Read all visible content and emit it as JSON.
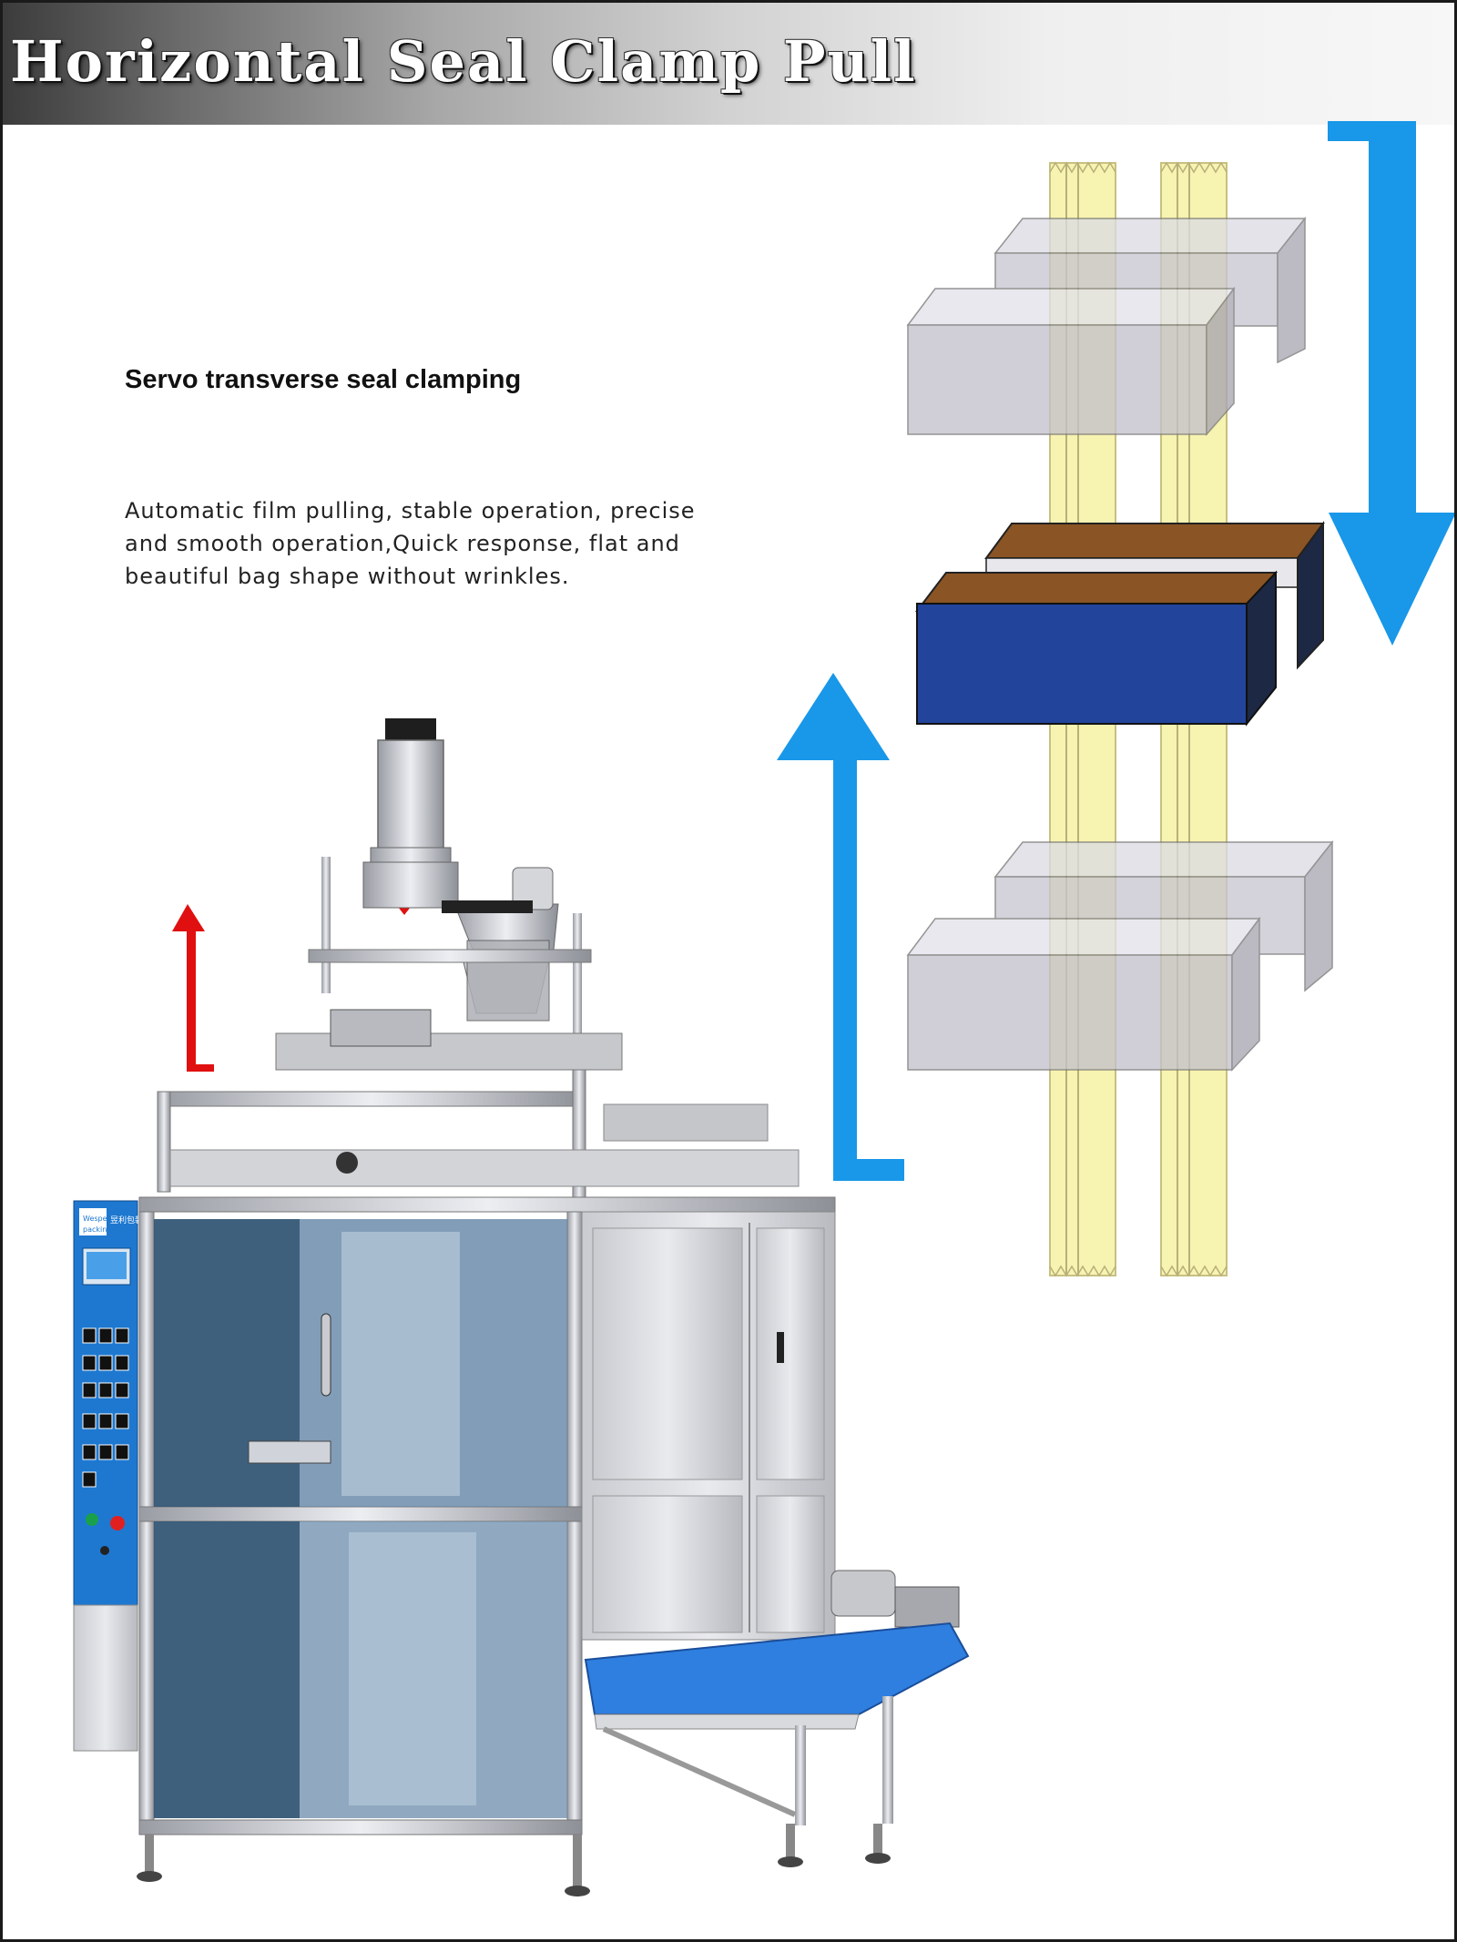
{
  "header": {
    "title": "Horizontal Seal Clamp Pull"
  },
  "content": {
    "subtitle": "Servo transverse seal clamping",
    "description_lines": [
      "Automatic film pulling, stable operation, precise",
      "and smooth operation,Quick response, flat and",
      "beautiful bag shape without wrinkles."
    ]
  },
  "machine": {
    "panel_brand_top": "Wesper",
    "panel_brand_bottom": "packing",
    "panel_brand_cn": "昱利包装"
  },
  "colors": {
    "motion_arrow": "#1997e8",
    "feed_arrow": "#e01010",
    "film_strip": "#f7f3b0",
    "sealer_blue": "#22449a",
    "sealer_top": "#8a5424",
    "jaw_grey": "#c4c2cc",
    "conveyor": "#2f7fe0"
  },
  "icons": {
    "up_arrow": "arrow-up-icon",
    "down_arrow": "arrow-down-icon"
  }
}
